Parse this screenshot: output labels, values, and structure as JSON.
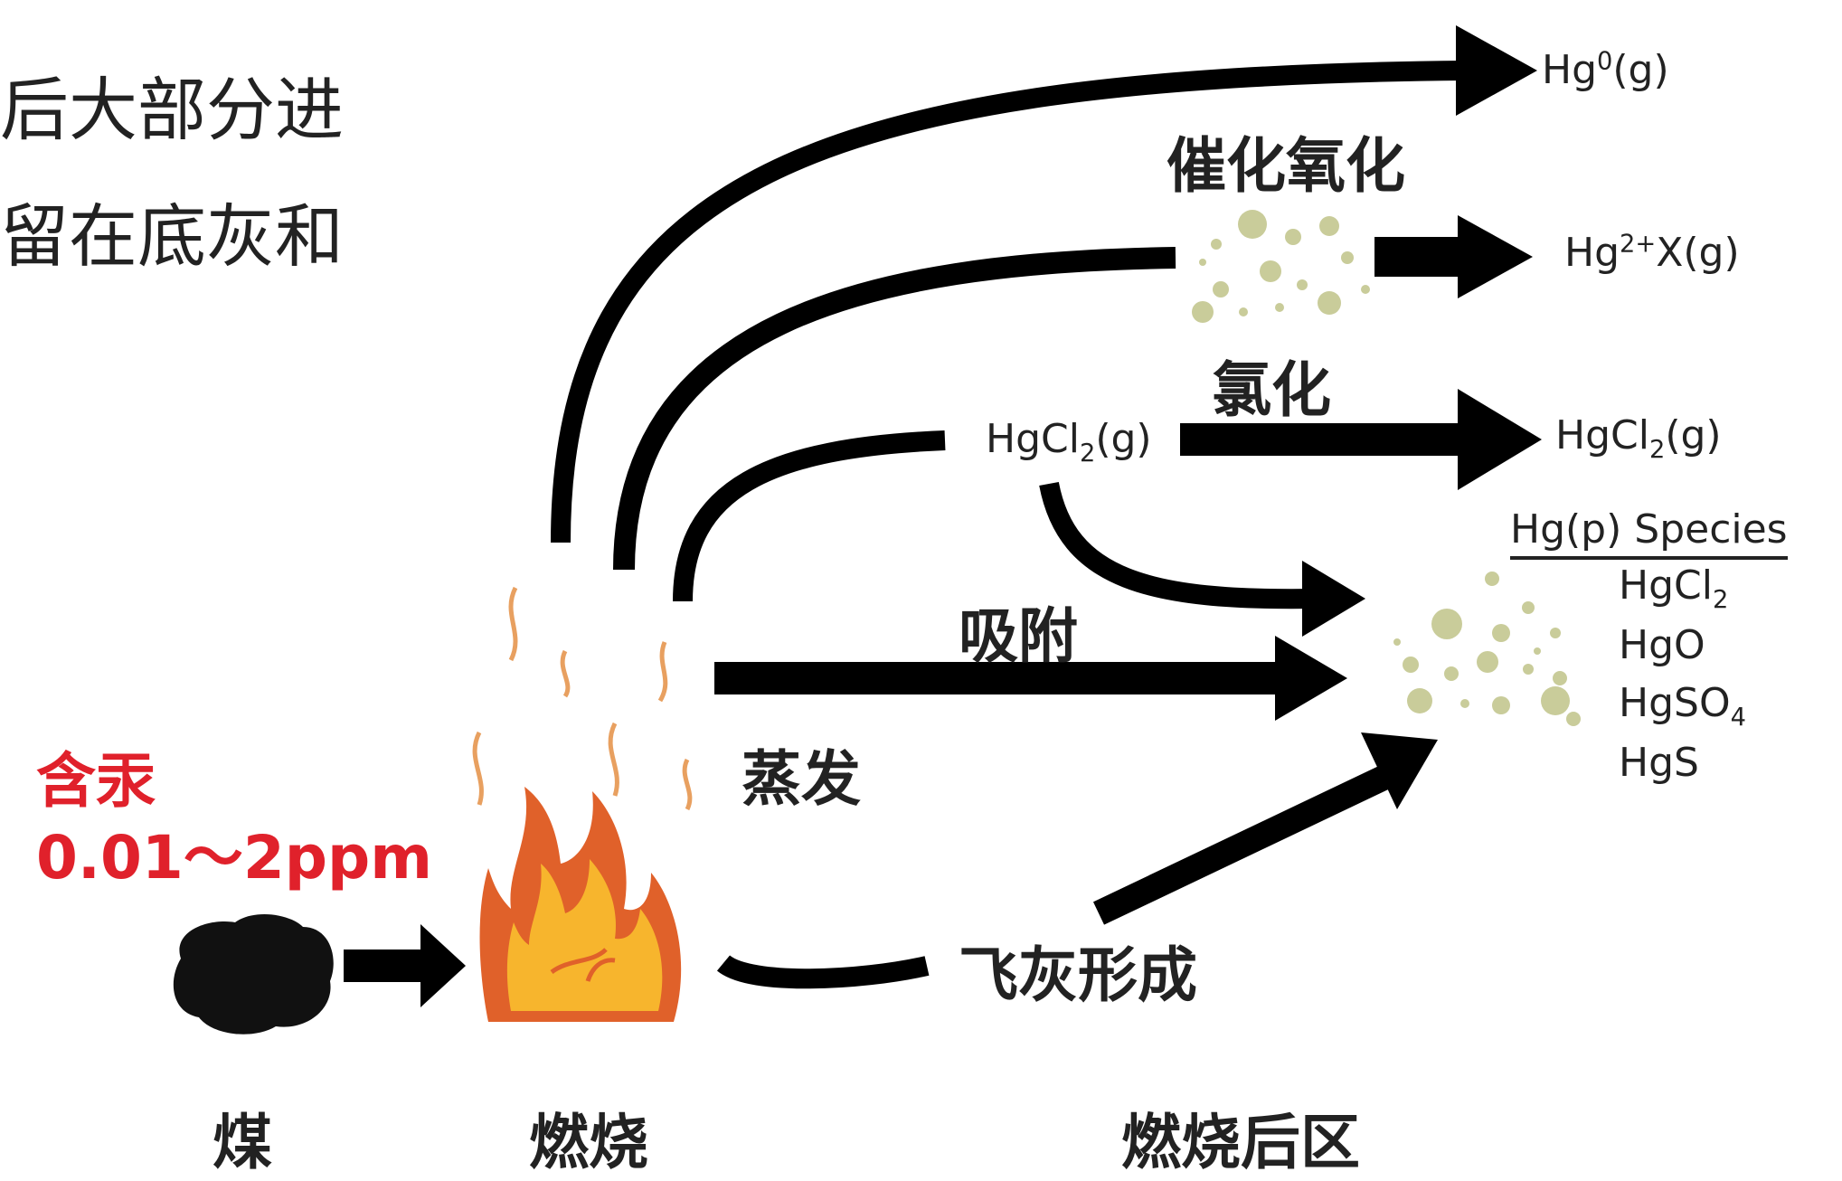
{
  "side_text": [
    "后大部分进",
    "留在底灰和"
  ],
  "coal": {
    "mercury_content_label": "含汞",
    "mercury_content_value": "0.01～2ppm"
  },
  "stage_labels": {
    "coal": "煤",
    "combustion": "燃烧",
    "post_combustion": "燃烧后区"
  },
  "process_labels": {
    "catalytic_oxidation": "催化氧化",
    "chlorination": "氯化",
    "adsorption": "吸附",
    "evaporation": "蒸发",
    "fly_ash_formation": "飞灰形成"
  },
  "species": {
    "hg0": {
      "base": "Hg",
      "sup": "0",
      "tail": "(g)"
    },
    "hg2x": {
      "base": "Hg",
      "sup": "2+",
      "tail": "X(g)"
    },
    "hgcl2_mid": {
      "base": "HgCl",
      "sub": "2",
      "tail": "(g)"
    },
    "hgcl2_out": {
      "base": "HgCl",
      "sub": "2",
      "tail": "(g)"
    }
  },
  "particulate": {
    "header": "Hg(p) Species",
    "items": [
      {
        "base": "HgCl",
        "sub": "2"
      },
      {
        "base": "HgO",
        "sub": ""
      },
      {
        "base": "HgSO",
        "sub": "4"
      },
      {
        "base": "HgS",
        "sub": ""
      }
    ]
  },
  "colors": {
    "arrow": "#000000",
    "particle": "#c9cc9a",
    "flame_outer": "#e0612a",
    "flame_inner": "#f7b52d",
    "flame_core": "#fbe06a",
    "accent_red": "#e0212b"
  }
}
